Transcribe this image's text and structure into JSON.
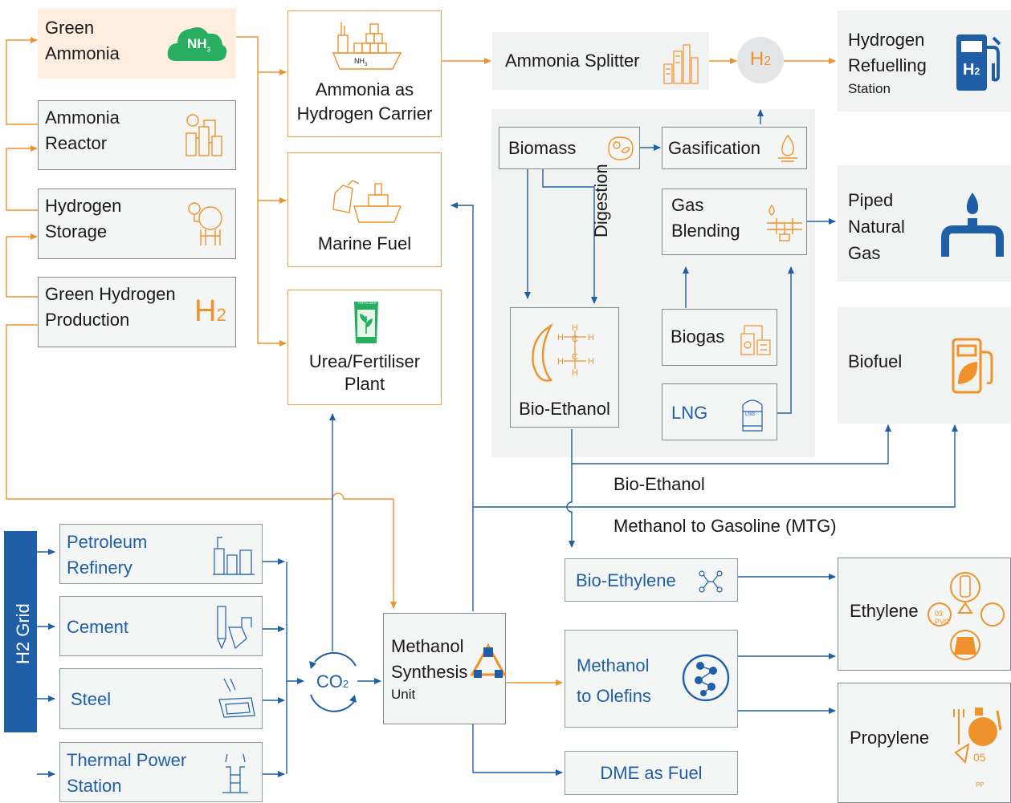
{
  "colors": {
    "orange": "#f0922b",
    "blue": "#1f5fa8",
    "grey_panel": "#f1f2f2",
    "green_cloud": "#27ae60"
  },
  "left_column": {
    "green_ammonia": {
      "line1": "Green",
      "line2": "Ammonia",
      "badge": "NH",
      "badge_sub": "3",
      "icon": "green-cloud-icon"
    },
    "ammonia_reactor": {
      "line1": "Ammonia",
      "line2": "Reactor",
      "icon": "reactor-icon"
    },
    "hydrogen_storage": {
      "line1": "Hydrogen",
      "line2": "Storage",
      "icon": "storage-tank-icon"
    },
    "green_hydrogen_production": {
      "line1": "Green Hydrogen",
      "line2": "Production",
      "symbol": "H",
      "symbol_sub": "2"
    }
  },
  "middle_column": {
    "ammonia_carrier": {
      "line1": "Ammonia as",
      "line2": "Hydrogen Carrier",
      "ship_label": "NH",
      "ship_label_sub": "3",
      "icon": "cargo-ship-icon"
    },
    "marine_fuel": {
      "label": "Marine Fuel",
      "icon": "ship-fuel-icon"
    },
    "urea_plant": {
      "line1": "Urea/Fertiliser",
      "line2": "Plant",
      "bag_label": "FERTILIZER",
      "icon": "fertiliser-bag-icon"
    }
  },
  "top_row": {
    "ammonia_splitter": {
      "label": "Ammonia Splitter",
      "icon": "refinery-icon"
    },
    "h2_node": {
      "symbol": "H",
      "symbol_sub": "2"
    },
    "hydrogen_station": {
      "line1": "Hydrogen",
      "line2": "Refuelling",
      "line3": "Station",
      "pump_symbol": "H",
      "pump_symbol_sub": "2",
      "icon": "hydrogen-pump-icon"
    }
  },
  "bio_panel": {
    "biomass": {
      "label": "Biomass",
      "icon": "biomass-icon"
    },
    "gasification": {
      "label": "Gasification",
      "icon": "flame-icon"
    },
    "gas_blending": {
      "line1": "Gas",
      "line2": "Blending",
      "icon": "pipeline-valve-icon"
    },
    "digestion": {
      "label": "Digestion"
    },
    "bio_ethanol": {
      "label": "Bio-Ethanol",
      "icon": "ethanol-molecule-icon"
    },
    "biogas": {
      "label": "Biogas",
      "icon": "biogas-plant-icon"
    },
    "lng": {
      "label": "LNG",
      "tank_label": "LNG",
      "icon": "lng-tank-icon"
    }
  },
  "right_column": {
    "piped_gas": {
      "line1": "Piped",
      "line2": "Natural",
      "line3": "Gas",
      "icon": "gas-pipe-icon"
    },
    "biofuel": {
      "label": "Biofuel",
      "icon": "biofuel-pump-icon"
    },
    "ethylene": {
      "label": "Ethylene",
      "pvc_label": "PVC",
      "pvc_code": "03",
      "icon": "ethylene-products-icon"
    },
    "propylene": {
      "label": "Propylene",
      "pp_code": "05",
      "pp_label": "PP",
      "icon": "propylene-products-icon"
    }
  },
  "flow_labels": {
    "bio_ethanol_line": "Bio-Ethanol",
    "mtg_line": "Methanol to Gasoline (MTG)"
  },
  "h2_grid": {
    "label": "H2 Grid",
    "sources": [
      {
        "line1": "Petroleum",
        "line2": "Refinery",
        "icon": "refinery-plant-icon"
      },
      {
        "line1": "Cement",
        "line2": "",
        "icon": "cement-plant-icon"
      },
      {
        "line1": "Steel",
        "line2": "",
        "icon": "steel-ladle-icon"
      },
      {
        "line1": "Thermal Power",
        "line2": "Station",
        "icon": "power-station-icon"
      }
    ],
    "co2": {
      "symbol": "CO",
      "symbol_sub": "2"
    }
  },
  "methanol": {
    "synthesis": {
      "line1": "Methanol",
      "line2": "Synthesis",
      "line3": "Unit",
      "icon": "synthesis-cycle-icon"
    },
    "bio_ethylene": {
      "label": "Bio-Ethylene",
      "icon": "molecule-icon"
    },
    "mto": {
      "line1": "Methanol",
      "line2": "to Olefins",
      "icon": "olefin-molecule-icon"
    },
    "dme": {
      "label": "DME as Fuel"
    }
  }
}
